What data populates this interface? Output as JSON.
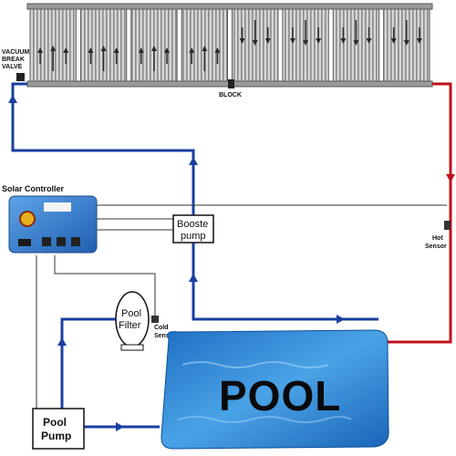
{
  "labels": {
    "vacuum_break_valve": [
      "VACUUM",
      "BREAK",
      "VALVE"
    ],
    "block": "BLOCK",
    "solar_controller": "Solar Controller",
    "hot_sensor": [
      "Hot",
      "Sensor"
    ],
    "booster_pump": [
      "Booste",
      "pump"
    ],
    "pool_filter": [
      "Pool",
      "Filter"
    ],
    "cold_sensor": [
      "Cold",
      "Sensor"
    ],
    "pool_pump": [
      "Pool",
      "Pump"
    ],
    "pool": "POOL"
  },
  "colors": {
    "cold_pipe": "#1a3fa0",
    "hot_pipe": "#c0101a",
    "wire": "#333333",
    "panel_frame": "#6d6d6d",
    "panel_fill": "#c9c9c9",
    "pool_water": "#2e7fd0",
    "controller_body": "#2f74c8"
  },
  "panels": {
    "count": 8,
    "flow_up_count": 4,
    "flow_down_count": 4
  }
}
